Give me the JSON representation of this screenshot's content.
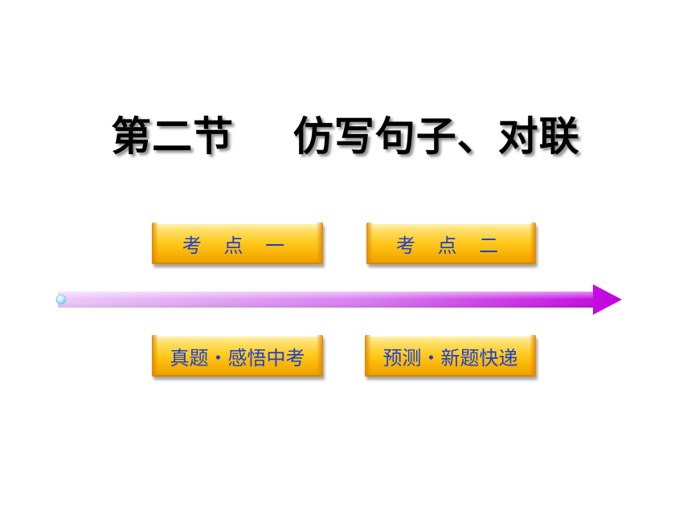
{
  "slide": {
    "title": "第二节    仿写句子、对联"
  },
  "buttons": {
    "point_one": "考 点 一",
    "point_two": "考 点 二",
    "real_questions": "真题・感悟中考",
    "prediction": "预测・新题快递"
  },
  "colors": {
    "button_text": "#1a3fd6",
    "button_fill": "#ffc81a",
    "arrow_start": "#e9b8f7",
    "arrow_end": "#c400e0"
  }
}
